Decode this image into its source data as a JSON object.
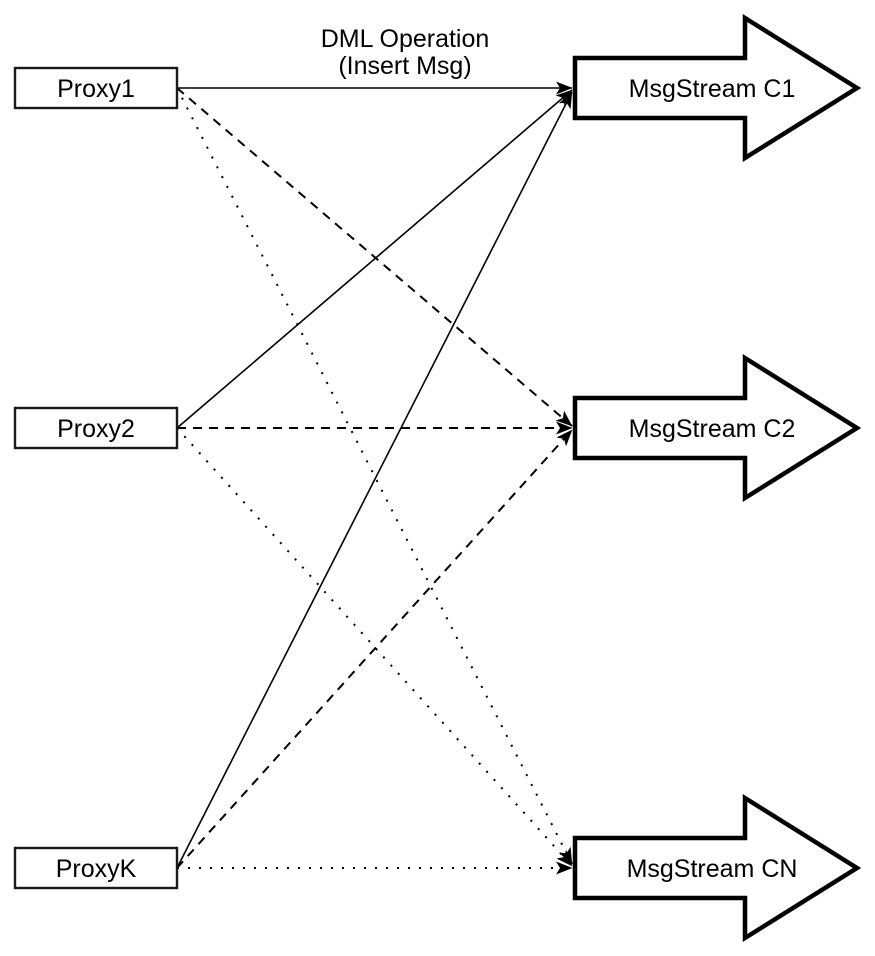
{
  "diagram": {
    "type": "flow-diagram",
    "background_color": "#ffffff",
    "stroke_color": "#000000",
    "title": {
      "line1": "DML Operation",
      "line2": "(Insert Msg)"
    },
    "proxies": [
      {
        "label": "Proxy1"
      },
      {
        "label": "Proxy2"
      },
      {
        "label": "ProxyK"
      }
    ],
    "streams": [
      {
        "label": "MsgStream C1",
        "incoming_line_style": "solid"
      },
      {
        "label": "MsgStream C2",
        "incoming_line_style": "dashed"
      },
      {
        "label": "MsgStream CN",
        "incoming_line_style": "dotted"
      }
    ],
    "edges": [
      {
        "from": "Proxy1",
        "to": "MsgStream C1",
        "style": "solid",
        "label": "DML Operation (Insert Msg)"
      },
      {
        "from": "Proxy2",
        "to": "MsgStream C1",
        "style": "solid"
      },
      {
        "from": "ProxyK",
        "to": "MsgStream C1",
        "style": "solid"
      },
      {
        "from": "Proxy1",
        "to": "MsgStream C2",
        "style": "dashed"
      },
      {
        "from": "Proxy2",
        "to": "MsgStream C2",
        "style": "dashed"
      },
      {
        "from": "ProxyK",
        "to": "MsgStream C2",
        "style": "dashed"
      },
      {
        "from": "Proxy1",
        "to": "MsgStream CN",
        "style": "dotted"
      },
      {
        "from": "Proxy2",
        "to": "MsgStream CN",
        "style": "dotted"
      },
      {
        "from": "ProxyK",
        "to": "MsgStream CN",
        "style": "dotted"
      }
    ]
  }
}
